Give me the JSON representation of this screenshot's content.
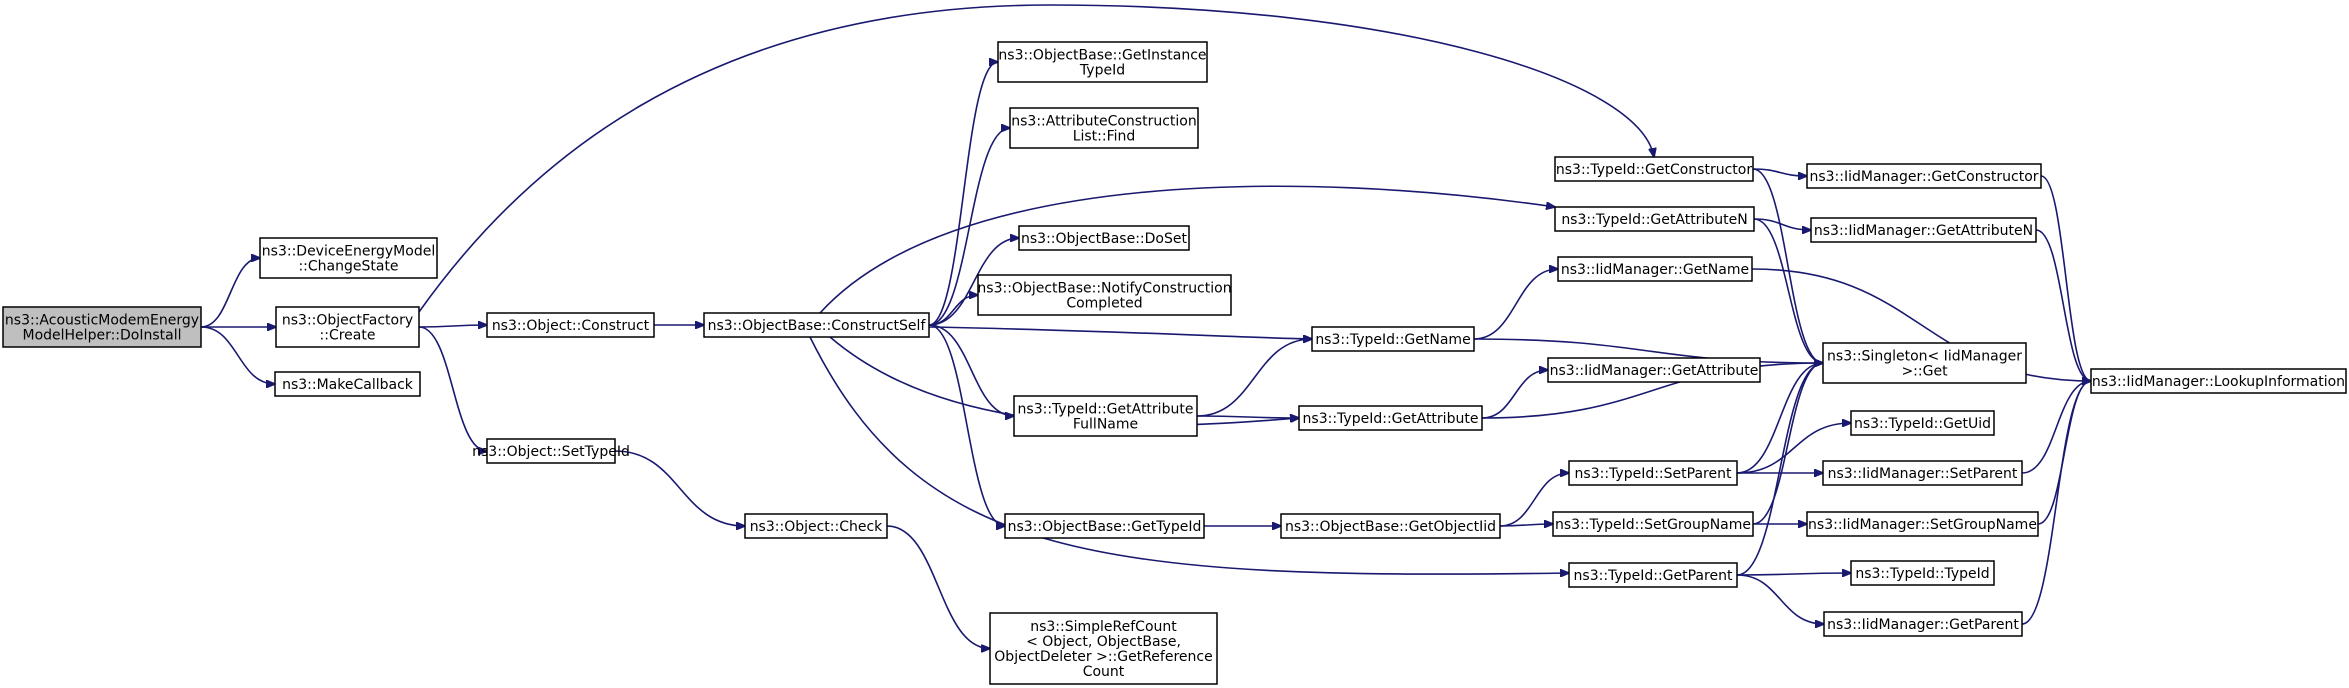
{
  "diagram": {
    "type": "call-graph",
    "colors": {
      "edge": "#191970",
      "root_fill": "#bfbfbf",
      "node_fill": "#ffffff",
      "border": "#000000"
    },
    "nodes": [
      {
        "id": "root",
        "lines": [
          "ns3::AcousticModemEnergy",
          "ModelHelper::DoInstall"
        ],
        "root": true
      },
      {
        "id": "changestate",
        "lines": [
          "ns3::DeviceEnergyModel",
          "::ChangeState"
        ]
      },
      {
        "id": "ofcreate",
        "lines": [
          "ns3::ObjectFactory",
          "::Create"
        ]
      },
      {
        "id": "makecallback",
        "lines": [
          "ns3::MakeCallback"
        ]
      },
      {
        "id": "objconstruct",
        "lines": [
          "ns3::Object::Construct"
        ]
      },
      {
        "id": "settypeid",
        "lines": [
          "ns3::Object::SetTypeId"
        ]
      },
      {
        "id": "objcheck",
        "lines": [
          "ns3::Object::Check"
        ]
      },
      {
        "id": "simplerefcount",
        "lines": [
          "ns3::SimpleRefCount",
          "< Object, ObjectBase,",
          "ObjectDeleter >::GetReference",
          "Count"
        ]
      },
      {
        "id": "constructself",
        "lines": [
          "ns3::ObjectBase::ConstructSelf"
        ]
      },
      {
        "id": "getinstancetypeid",
        "lines": [
          "ns3::ObjectBase::GetInstance",
          "TypeId"
        ]
      },
      {
        "id": "aclfind",
        "lines": [
          "ns3::AttributeConstruction",
          "List::Find"
        ]
      },
      {
        "id": "doset",
        "lines": [
          "ns3::ObjectBase::DoSet"
        ]
      },
      {
        "id": "notifycc",
        "lines": [
          "ns3::ObjectBase::NotifyConstruction",
          "Completed"
        ]
      },
      {
        "id": "getattrfullname",
        "lines": [
          "ns3::TypeId::GetAttribute",
          "FullName"
        ]
      },
      {
        "id": "obgettypeid",
        "lines": [
          "ns3::ObjectBase::GetTypeId"
        ]
      },
      {
        "id": "getobjectiid",
        "lines": [
          "ns3::ObjectBase::GetObjectIid"
        ]
      },
      {
        "id": "tgetname",
        "lines": [
          "ns3::TypeId::GetName"
        ]
      },
      {
        "id": "tgetattribute",
        "lines": [
          "ns3::TypeId::GetAttribute"
        ]
      },
      {
        "id": "tgetconstructor",
        "lines": [
          "ns3::TypeId::GetConstructor"
        ]
      },
      {
        "id": "tgetattributen",
        "lines": [
          "ns3::TypeId::GetAttributeN"
        ]
      },
      {
        "id": "igetname",
        "lines": [
          "ns3::IidManager::GetName"
        ]
      },
      {
        "id": "igetattribute",
        "lines": [
          "ns3::IidManager::GetAttribute"
        ]
      },
      {
        "id": "tsetparent",
        "lines": [
          "ns3::TypeId::SetParent"
        ]
      },
      {
        "id": "tsetgroupname",
        "lines": [
          "ns3::TypeId::SetGroupName"
        ]
      },
      {
        "id": "tgetparent",
        "lines": [
          "ns3::TypeId::GetParent"
        ]
      },
      {
        "id": "singletonget",
        "lines": [
          "ns3::Singleton< IidManager",
          " >::Get"
        ]
      },
      {
        "id": "igetconstructor",
        "lines": [
          "ns3::IidManager::GetConstructor"
        ]
      },
      {
        "id": "igetattributen",
        "lines": [
          "ns3::IidManager::GetAttributeN"
        ]
      },
      {
        "id": "tgetuid",
        "lines": [
          "ns3::TypeId::GetUid"
        ]
      },
      {
        "id": "isetparent",
        "lines": [
          "ns3::IidManager::SetParent"
        ]
      },
      {
        "id": "isetgroupname",
        "lines": [
          "ns3::IidManager::SetGroupName"
        ]
      },
      {
        "id": "ttypeid",
        "lines": [
          "ns3::TypeId::TypeId"
        ]
      },
      {
        "id": "igetparent",
        "lines": [
          "ns3::IidManager::GetParent"
        ]
      },
      {
        "id": "lookupinfo",
        "lines": [
          "ns3::IidManager::LookupInformation"
        ]
      }
    ],
    "edges": [
      [
        "root",
        "changestate"
      ],
      [
        "root",
        "ofcreate"
      ],
      [
        "root",
        "makecallback"
      ],
      [
        "ofcreate",
        "tgetconstructor"
      ],
      [
        "ofcreate",
        "objconstruct"
      ],
      [
        "ofcreate",
        "settypeid"
      ],
      [
        "objconstruct",
        "constructself"
      ],
      [
        "settypeid",
        "objcheck"
      ],
      [
        "objcheck",
        "simplerefcount"
      ],
      [
        "constructself",
        "getinstancetypeid"
      ],
      [
        "constructself",
        "aclfind"
      ],
      [
        "constructself",
        "tgetattributen"
      ],
      [
        "constructself",
        "doset"
      ],
      [
        "constructself",
        "notifycc"
      ],
      [
        "constructself",
        "tgetname"
      ],
      [
        "constructself",
        "getattrfullname"
      ],
      [
        "constructself",
        "tgetattribute"
      ],
      [
        "constructself",
        "obgettypeid"
      ],
      [
        "constructself",
        "tgetparent"
      ],
      [
        "getattrfullname",
        "tgetname"
      ],
      [
        "getattrfullname",
        "tgetattribute"
      ],
      [
        "obgettypeid",
        "getobjectiid"
      ],
      [
        "getobjectiid",
        "tsetparent"
      ],
      [
        "getobjectiid",
        "tsetgroupname"
      ],
      [
        "tgetname",
        "igetname"
      ],
      [
        "tgetname",
        "singletonget"
      ],
      [
        "tgetattribute",
        "igetattribute"
      ],
      [
        "tgetattribute",
        "singletonget"
      ],
      [
        "tgetconstructor",
        "igetconstructor"
      ],
      [
        "tgetconstructor",
        "singletonget"
      ],
      [
        "tgetattributen",
        "igetattributen"
      ],
      [
        "tgetattributen",
        "singletonget"
      ],
      [
        "igetname",
        "lookupinfo"
      ],
      [
        "tsetparent",
        "singletonget"
      ],
      [
        "tsetparent",
        "tgetuid"
      ],
      [
        "tsetparent",
        "isetparent"
      ],
      [
        "tsetgroupname",
        "singletonget"
      ],
      [
        "tsetgroupname",
        "isetgroupname"
      ],
      [
        "tgetparent",
        "singletonget"
      ],
      [
        "tgetparent",
        "ttypeid"
      ],
      [
        "tgetparent",
        "igetparent"
      ],
      [
        "igetconstructor",
        "lookupinfo"
      ],
      [
        "igetattributen",
        "lookupinfo"
      ],
      [
        "isetparent",
        "lookupinfo"
      ],
      [
        "isetgroupname",
        "lookupinfo"
      ],
      [
        "igetparent",
        "lookupinfo"
      ]
    ]
  }
}
